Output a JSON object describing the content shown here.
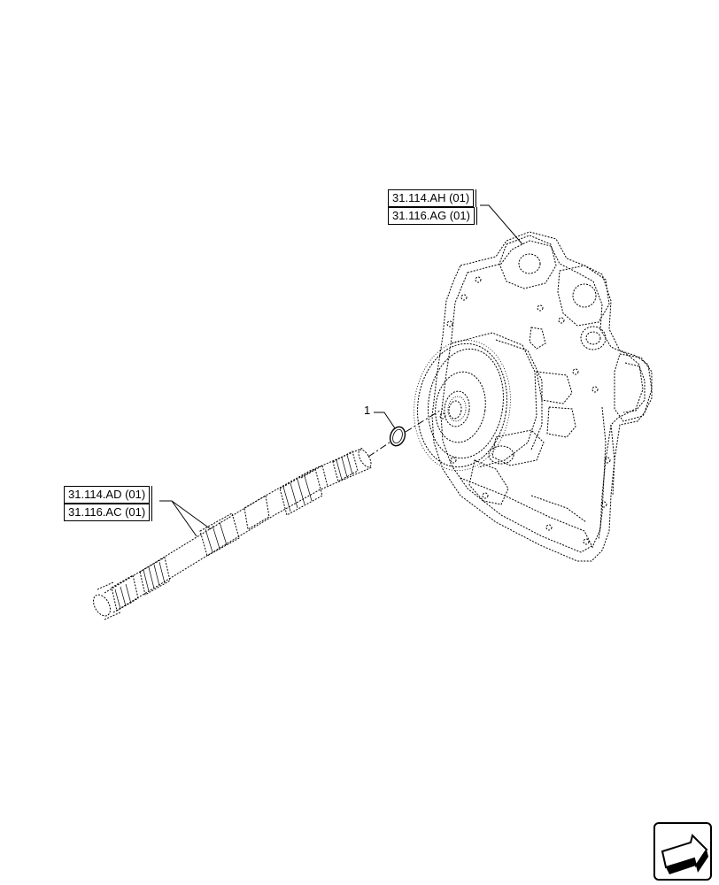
{
  "references": {
    "housing_ref_1": "31.114.AH (01)",
    "housing_ref_2": "31.116.AG (01)",
    "shaft_ref_1": "31.114.AD (01)",
    "shaft_ref_2": "31.116.AC (01)"
  },
  "callouts": {
    "oring": "1"
  },
  "icons": {
    "navigation": "arrow-icon"
  }
}
